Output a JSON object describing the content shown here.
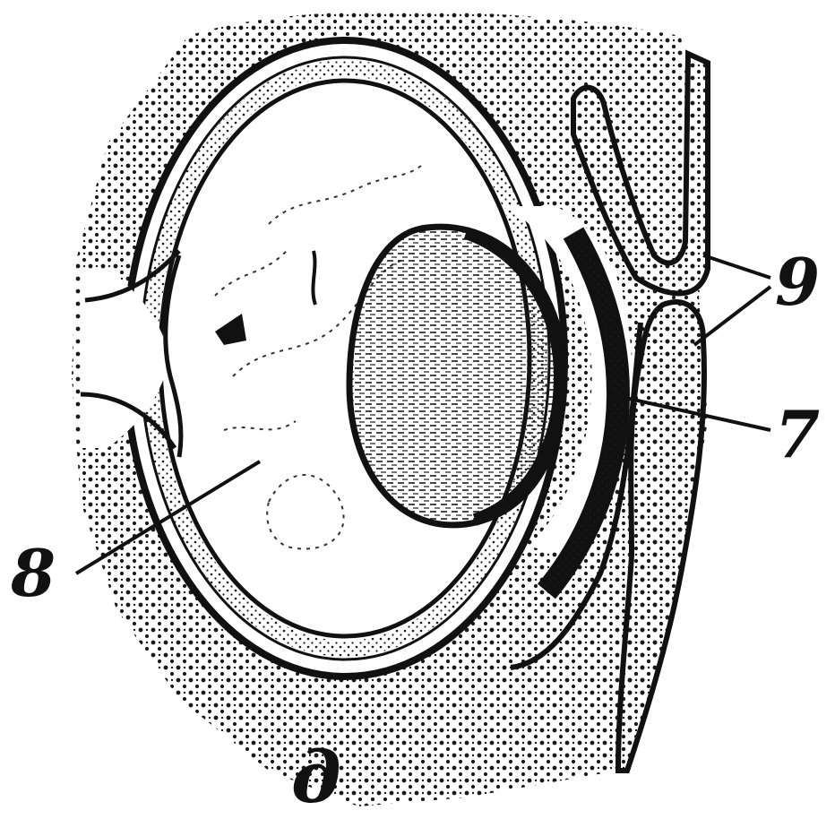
{
  "figure": {
    "panel_letter": "д",
    "labels": {
      "l7": "7",
      "l8": "8",
      "l9": "9"
    }
  },
  "colors": {
    "ink": "#111111",
    "background": "#ffffff",
    "stipple": "#1a1a1a"
  }
}
